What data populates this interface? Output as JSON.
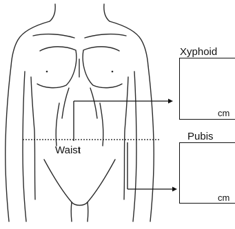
{
  "labels": {
    "top_section": "Xyphoid",
    "bottom_section": "Pubis",
    "waist": "Waist",
    "unit_top": "cm",
    "unit_bottom": "cm"
  },
  "colors": {
    "line": "#111111",
    "background": "#ffffff"
  }
}
